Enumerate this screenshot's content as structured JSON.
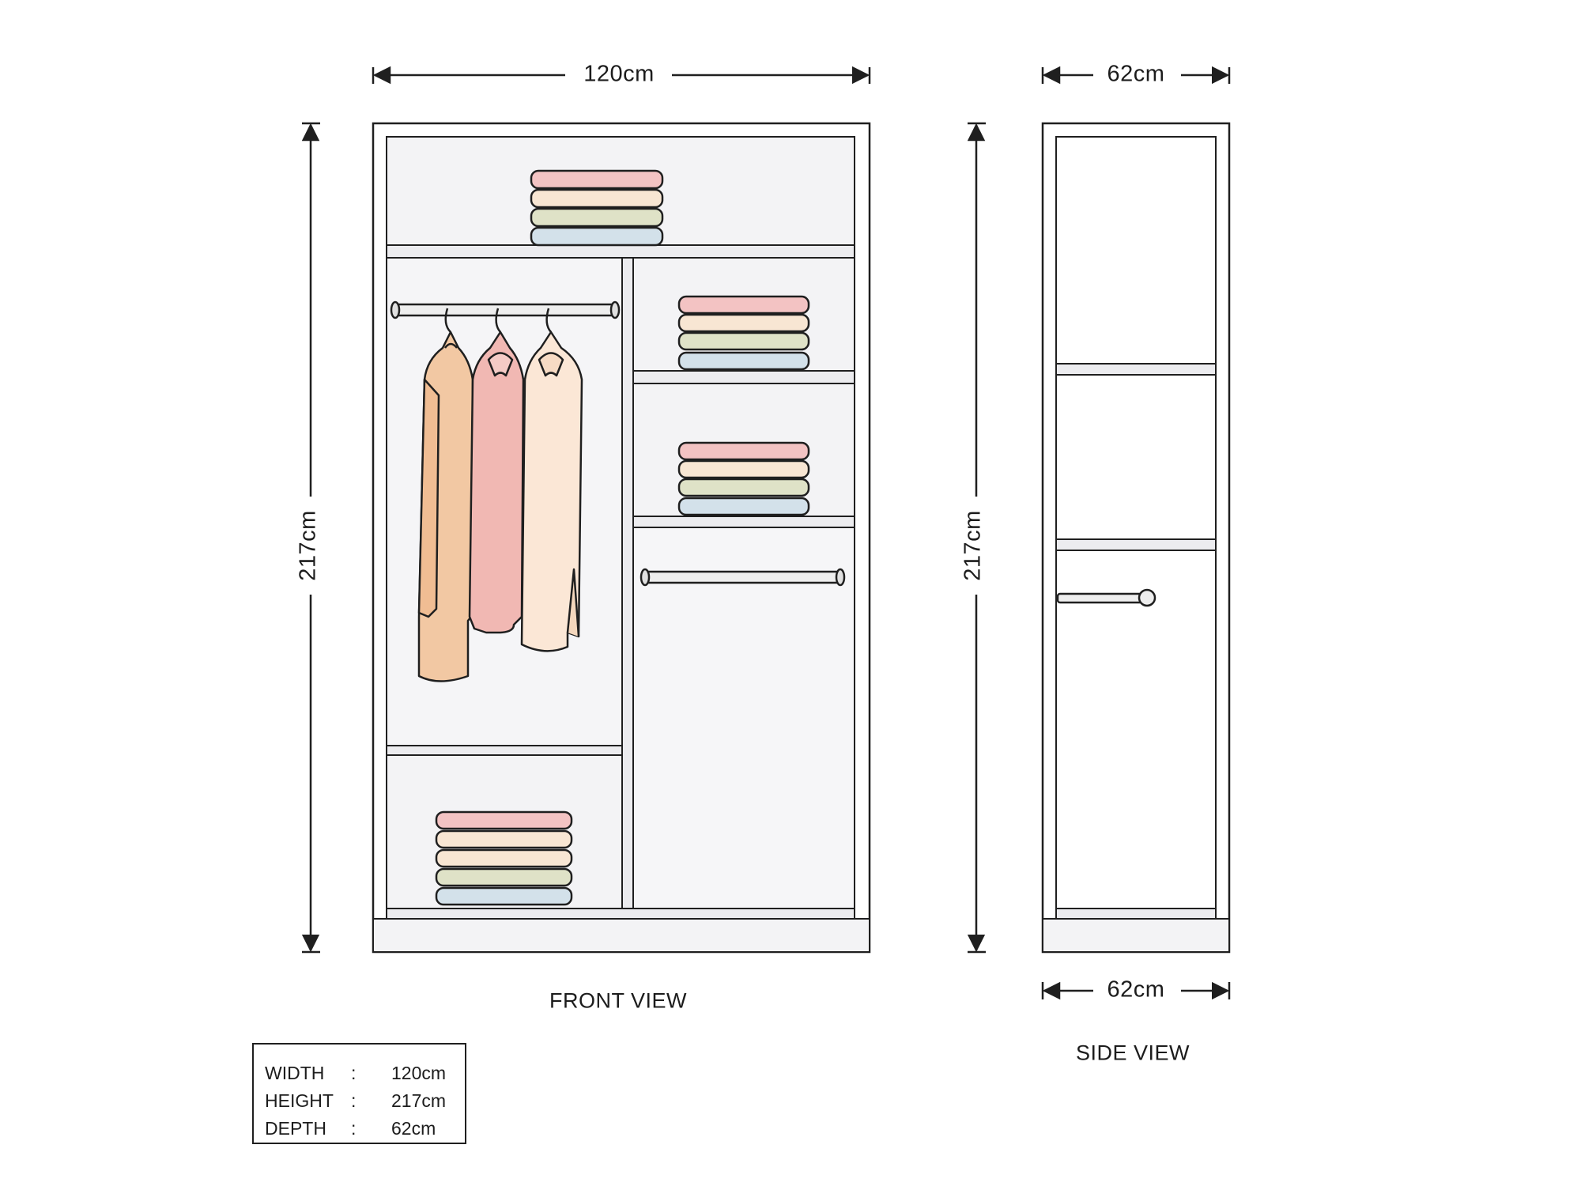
{
  "dimensions": {
    "front_width": "120cm",
    "front_height": "217cm",
    "side_top_depth": "62cm",
    "side_height": "217cm",
    "side_bottom_depth": "62cm"
  },
  "captions": {
    "front": "FRONT VIEW",
    "side": "SIDE VIEW"
  },
  "specs": [
    {
      "key": "WIDTH",
      "sep": ":",
      "value": "120cm"
    },
    {
      "key": "HEIGHT",
      "sep": ":",
      "value": "217cm"
    },
    {
      "key": "DEPTH",
      "sep": ":",
      "value": "62cm"
    }
  ],
  "colors": {
    "outline": "#1f1f1f",
    "panel": "#f3f3f5",
    "fold_pink": "#f3c3c3",
    "fold_cream": "#f8e6d3",
    "fold_sage": "#dfe2c7",
    "fold_blue": "#d3e1ea",
    "coat_peach": "#f2c8a3",
    "coat_pink": "#f1b8b3",
    "coat_cream": "#fbe7d6"
  }
}
